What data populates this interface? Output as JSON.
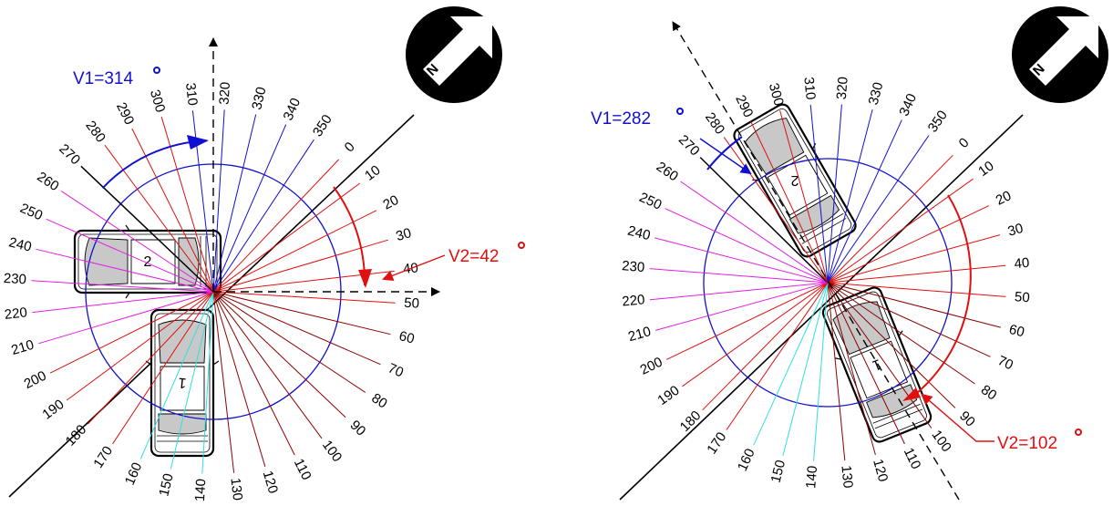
{
  "colors": {
    "blue": "#1010d0",
    "red": "#e01010",
    "magenta": "#e020e0",
    "cyan": "#30e0e0",
    "darkred": "#8b0000",
    "black": "#000000",
    "car_gray": "#c8c8c8"
  },
  "icons": {
    "north": "north-arrow-icon",
    "car": "car-icon"
  },
  "diagrams": [
    {
      "id": "left",
      "v1_label": "V1=314",
      "v2_label": "V2=42",
      "v1_angle": 314,
      "v2_angle": 42,
      "north_letter": "N",
      "car1_number": "1",
      "car2_number": "2",
      "tick_labels": [
        "0",
        "10",
        "20",
        "30",
        "40",
        "50",
        "60",
        "70",
        "80",
        "90",
        "100",
        "110",
        "120",
        "130",
        "140",
        "150",
        "160",
        "170",
        "180",
        "190",
        "200",
        "210",
        "220",
        "230",
        "240",
        "250",
        "260",
        "270",
        "280",
        "290",
        "300",
        "310",
        "320",
        "330",
        "340",
        "350"
      ]
    },
    {
      "id": "right",
      "v1_label": "V1=282",
      "v2_label": "V2=102",
      "v1_angle": 282,
      "v2_angle": 102,
      "north_letter": "N",
      "car1_number": "1",
      "car2_number": "2",
      "tick_labels": [
        "0",
        "10",
        "20",
        "30",
        "40",
        "50",
        "60",
        "70",
        "80",
        "90",
        "100",
        "110",
        "120",
        "130",
        "140",
        "150",
        "160",
        "170",
        "180",
        "190",
        "200",
        "210",
        "220",
        "230",
        "240",
        "250",
        "260",
        "270",
        "280",
        "290",
        "300",
        "310",
        "320",
        "330",
        "340",
        "350"
      ]
    }
  ]
}
